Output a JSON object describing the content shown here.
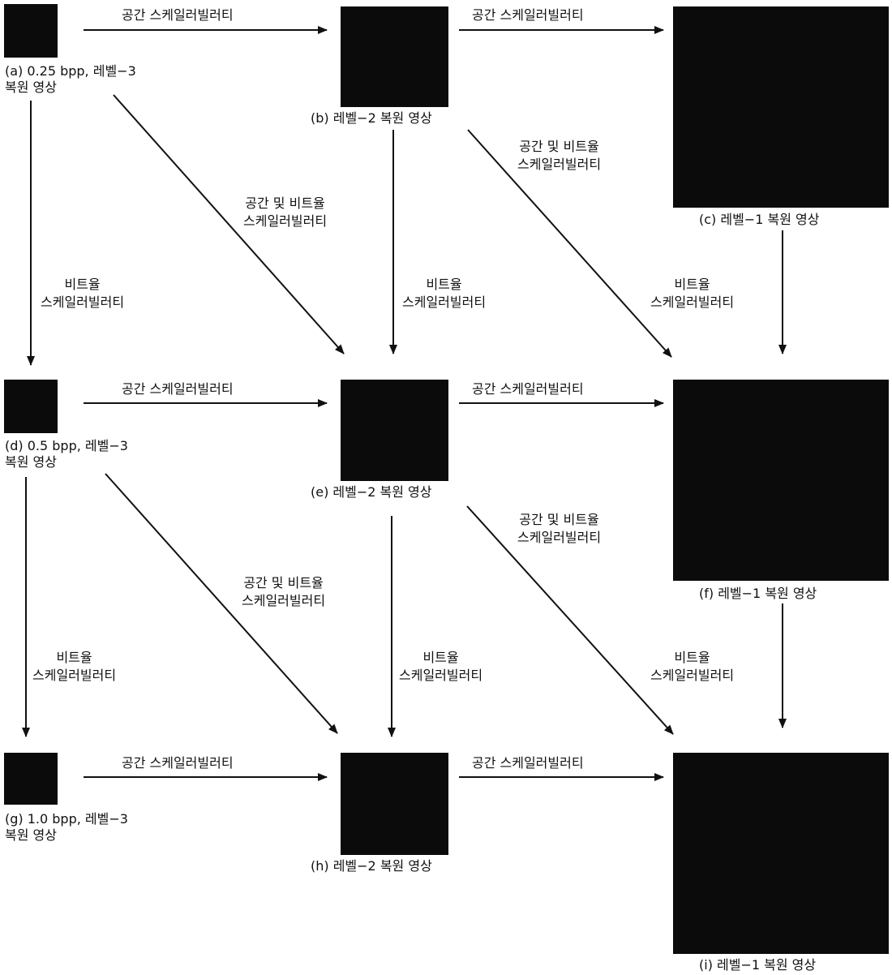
{
  "edge_labels": {
    "spatial": "공간 스케일러빌러티",
    "combined_line1": "공간 및 비트율",
    "combined_line2": "스케일러빌러티",
    "bitrate_line1": "비트율",
    "bitrate_line2": "스케일러빌러티"
  },
  "row1": {
    "a_line1": "(a) 0.25 bpp, 레벨−3",
    "a_line2": "복원 영상",
    "b": "(b) 레벨−2 복원 영상",
    "c": "(c) 레벨−1 복원 영상"
  },
  "row2": {
    "d_line1": "(d) 0.5 bpp, 레벨−3",
    "d_line2": "복원 영상",
    "e": "(e) 레벨−2 복원 영상",
    "f": "(f) 레벨−1 복원 영상"
  },
  "row3": {
    "g_line1": "(g) 1.0 bpp, 레벨−3",
    "g_line2": "복원 영상",
    "h": "(h) 레벨−2 복원 영상",
    "i": "(i) 레벨−1 복원 영상"
  }
}
